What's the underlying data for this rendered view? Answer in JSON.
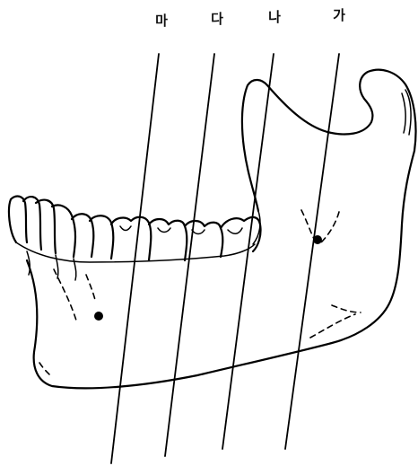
{
  "figure": {
    "subject": "mandible",
    "section_lines": [
      {
        "id": "ma",
        "label": "마"
      },
      {
        "id": "da",
        "label": "다"
      },
      {
        "id": "na",
        "label": "나"
      },
      {
        "id": "ga",
        "label": "가"
      }
    ]
  }
}
